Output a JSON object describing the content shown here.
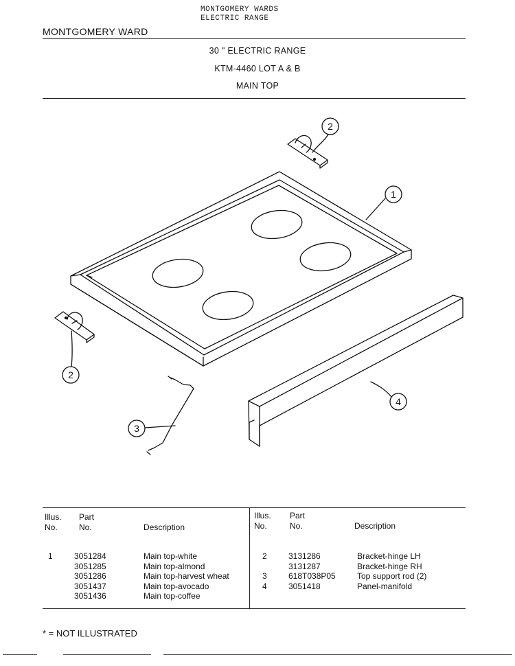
{
  "header": {
    "typed_line1": "MONTGOMERY WARDS",
    "typed_line2": "ELECTRIC RANGE",
    "brand": "MONTGOMERY WARD"
  },
  "titles": {
    "line1": "30 \" ELECTRIC RANGE",
    "line2": "KTM-4460 LOT A & B",
    "line3": "MAIN TOP"
  },
  "callouts": [
    "1",
    "2",
    "2",
    "3",
    "4"
  ],
  "table": {
    "left_headers": {
      "illus_1": "Illus.",
      "illus_2": "No.",
      "part_1": "Part",
      "part_2": "No.",
      "desc": "Description"
    },
    "right_headers": {
      "illus_1": "Illus.",
      "illus_2": "No.",
      "part_1": "Part",
      "part_2": "No.",
      "desc": "Description"
    },
    "left_rows": [
      {
        "illus": "1",
        "part": "3051284",
        "desc": "Main top-white"
      },
      {
        "illus": "",
        "part": "3051285",
        "desc": "Main top-almond"
      },
      {
        "illus": "",
        "part": "3051286",
        "desc": "Main top-harvest wheat"
      },
      {
        "illus": "",
        "part": "3051437",
        "desc": "Main top-avocado"
      },
      {
        "illus": "",
        "part": "3051436",
        "desc": "Main top-coffee"
      }
    ],
    "right_rows": [
      {
        "illus": "2",
        "part": "3131286",
        "desc": "Bracket-hinge LH"
      },
      {
        "illus": "",
        "part": "3131287",
        "desc": "Bracket-hinge RH"
      },
      {
        "illus": "3",
        "part": "618T038P05",
        "desc": "Top support rod (2)"
      },
      {
        "illus": "4",
        "part": "3051418",
        "desc": "Panel-manifold"
      }
    ]
  },
  "footnote": "* = NOT ILLUSTRATED"
}
